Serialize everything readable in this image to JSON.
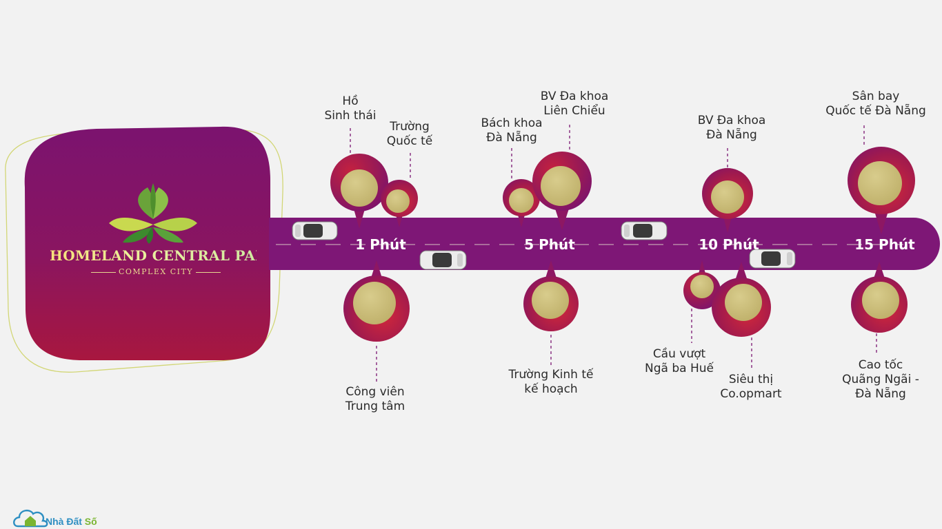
{
  "brand": {
    "title": "HOMELAND CENTRAL PARK",
    "subtitle": "COMPLEX CITY",
    "primary_color": "#7a1470",
    "accent_color": "#c8b96a",
    "road_color": "#7e1776"
  },
  "timeline": [
    {
      "label": "1 Phút"
    },
    {
      "label": "5 Phút"
    },
    {
      "label": "10 Phút"
    },
    {
      "label": "15 Phút"
    }
  ],
  "places": {
    "ho_sinh_thai": "Hồ\nSinh thái",
    "truong_quoc_te": "Trường\nQuốc tế",
    "cong_vien": "Công viên\nTrung tâm",
    "bach_khoa": "Bách khoa\nĐà Nẵng",
    "bv_lien_chieu": "BV Đa khoa\nLiên Chiểu",
    "truong_kinh_te": "Trường Kinh tế\nkế hoạch",
    "bv_da_nang": "BV Đa khoa\nĐà Nẵng",
    "cau_vuot": "Cầu vượt\nNgã ba Huế",
    "sieu_thi": "Siêu thị\nCo.opmart",
    "san_bay": "Sân bay\nQuốc tế Đà Nẵng",
    "cao_toc": "Cao tốc\nQuãng Ngãi -\nĐà Nẵng"
  },
  "watermark": {
    "name_main": "Nhà Đất ",
    "name_accent": "Số"
  }
}
